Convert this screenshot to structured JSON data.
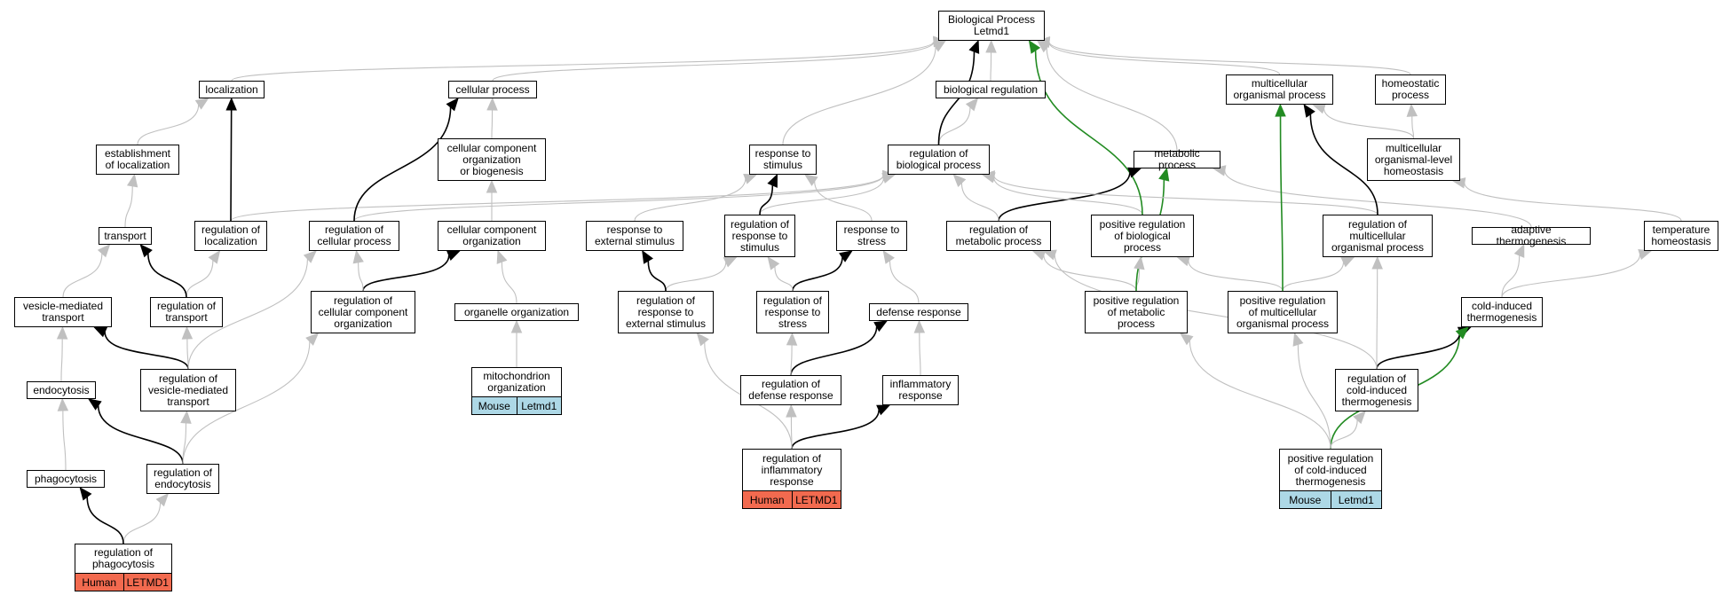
{
  "diagram": {
    "colors": {
      "grey": "#c0c0c0",
      "black": "#000000",
      "green": "#228b22",
      "human_tag": "#f26a4f",
      "mouse_tag": "#add8e6"
    },
    "nodes": [
      {
        "id": "bp",
        "label": "Biological Process\nLetmd1"
      },
      {
        "id": "localization",
        "label": "localization"
      },
      {
        "id": "cellular_process",
        "label": "cellular process"
      },
      {
        "id": "biological_regulation",
        "label": "biological regulation"
      },
      {
        "id": "multicellular_process",
        "label": "multicellular\norganismal process"
      },
      {
        "id": "homeostatic",
        "label": "homeostatic\nprocess"
      },
      {
        "id": "establishment",
        "label": "establishment\nof localization"
      },
      {
        "id": "cc_org_biogenesis",
        "label": "cellular component\norganization\nor biogenesis"
      },
      {
        "id": "response_stimulus",
        "label": "response to\nstimulus"
      },
      {
        "id": "reg_bio_process",
        "label": "regulation of\nbiological process"
      },
      {
        "id": "metabolic",
        "label": "metabolic process"
      },
      {
        "id": "mc_homeostasis",
        "label": "multicellular\norganismal-level\nhomeostasis"
      },
      {
        "id": "transport",
        "label": "transport"
      },
      {
        "id": "reg_localization",
        "label": "regulation of\nlocalization"
      },
      {
        "id": "reg_cellular_process",
        "label": "regulation of\ncellular process"
      },
      {
        "id": "cc_org",
        "label": "cellular component\norganization"
      },
      {
        "id": "response_ext",
        "label": "response to\nexternal stimulus"
      },
      {
        "id": "reg_response_stimulus",
        "label": "regulation of\nresponse to\nstimulus"
      },
      {
        "id": "response_stress",
        "label": "response to\nstress"
      },
      {
        "id": "reg_metabolic",
        "label": "regulation of\nmetabolic process"
      },
      {
        "id": "pos_reg_bio",
        "label": "positive regulation\nof biological\nprocess"
      },
      {
        "id": "reg_mc_process",
        "label": "regulation of\nmulticellular\norganismal process"
      },
      {
        "id": "adaptive_thermo",
        "label": "adaptive thermogenesis"
      },
      {
        "id": "temp_homeostasis",
        "label": "temperature\nhomeostasis"
      },
      {
        "id": "vesicle_transport",
        "label": "vesicle-mediated\ntransport"
      },
      {
        "id": "reg_transport",
        "label": "regulation of\ntransport"
      },
      {
        "id": "reg_cc_org",
        "label": "regulation of\ncellular component\norganization"
      },
      {
        "id": "organelle_org",
        "label": "organelle organization"
      },
      {
        "id": "reg_response_ext",
        "label": "regulation of\nresponse to\nexternal stimulus"
      },
      {
        "id": "reg_response_stress",
        "label": "regulation of\nresponse to\nstress"
      },
      {
        "id": "defense",
        "label": "defense response"
      },
      {
        "id": "pos_reg_metabolic",
        "label": "positive regulation\nof metabolic\nprocess"
      },
      {
        "id": "pos_reg_mc",
        "label": "positive regulation\nof multicellular\norganismal process"
      },
      {
        "id": "cold_thermo",
        "label": "cold-induced\nthermogenesis"
      },
      {
        "id": "endocytosis",
        "label": "endocytosis"
      },
      {
        "id": "reg_vesicle_transport",
        "label": "regulation of\nvesicle-mediated\ntransport"
      },
      {
        "id": "mito_org",
        "label": "mitochondrion\norganization",
        "tags": [
          "Mouse",
          "Letmd1"
        ]
      },
      {
        "id": "reg_defense",
        "label": "regulation of\ndefense response"
      },
      {
        "id": "inflammatory",
        "label": "inflammatory\nresponse"
      },
      {
        "id": "reg_cold_thermo",
        "label": "regulation of\ncold-induced\nthermogenesis"
      },
      {
        "id": "phagocytosis",
        "label": "phagocytosis"
      },
      {
        "id": "reg_endocytosis",
        "label": "regulation of\nendocytosis"
      },
      {
        "id": "reg_inflammatory",
        "label": "regulation of\ninflammatory\nresponse",
        "tags": [
          "Human",
          "LETMD1"
        ]
      },
      {
        "id": "pos_reg_cold_thermo",
        "label": "positive regulation\nof cold-induced\nthermogenesis",
        "tags": [
          "Mouse",
          "Letmd1"
        ]
      },
      {
        "id": "reg_phagocytosis",
        "label": "regulation of\nphagocytosis",
        "tags": [
          "Human",
          "LETMD1"
        ]
      }
    ],
    "edges": [
      {
        "from": "localization",
        "to": "bp",
        "color": "grey"
      },
      {
        "from": "cellular_process",
        "to": "bp",
        "color": "grey"
      },
      {
        "from": "biological_regulation",
        "to": "bp",
        "color": "grey"
      },
      {
        "from": "multicellular_process",
        "to": "bp",
        "color": "grey"
      },
      {
        "from": "homeostatic",
        "to": "bp",
        "color": "grey"
      },
      {
        "from": "response_stimulus",
        "to": "bp",
        "color": "grey"
      },
      {
        "from": "reg_bio_process",
        "to": "bp",
        "color": "black"
      },
      {
        "from": "metabolic",
        "to": "bp",
        "color": "grey"
      },
      {
        "from": "pos_reg_bio",
        "to": "bp",
        "color": "green"
      },
      {
        "from": "establishment",
        "to": "localization",
        "color": "grey"
      },
      {
        "from": "reg_localization",
        "to": "localization",
        "color": "black"
      },
      {
        "from": "cc_org_biogenesis",
        "to": "cellular_process",
        "color": "grey"
      },
      {
        "from": "reg_cellular_process",
        "to": "cellular_process",
        "color": "black"
      },
      {
        "from": "reg_bio_process",
        "to": "biological_regulation",
        "color": "grey"
      },
      {
        "from": "pos_reg_mc",
        "to": "multicellular_process",
        "color": "green"
      },
      {
        "from": "reg_mc_process",
        "to": "multicellular_process",
        "color": "black"
      },
      {
        "from": "mc_homeostasis",
        "to": "multicellular_process",
        "color": "grey"
      },
      {
        "from": "mc_homeostasis",
        "to": "homeostatic",
        "color": "grey"
      },
      {
        "from": "transport",
        "to": "establishment",
        "color": "grey"
      },
      {
        "from": "cc_org",
        "to": "cc_org_biogenesis",
        "color": "grey"
      },
      {
        "from": "response_ext",
        "to": "response_stimulus",
        "color": "grey"
      },
      {
        "from": "reg_response_stimulus",
        "to": "response_stimulus",
        "color": "black"
      },
      {
        "from": "response_stress",
        "to": "response_stimulus",
        "color": "grey"
      },
      {
        "from": "reg_localization",
        "to": "reg_bio_process",
        "color": "grey"
      },
      {
        "from": "reg_cellular_process",
        "to": "reg_bio_process",
        "color": "grey"
      },
      {
        "from": "reg_response_stimulus",
        "to": "reg_bio_process",
        "color": "grey"
      },
      {
        "from": "reg_metabolic",
        "to": "reg_bio_process",
        "color": "grey"
      },
      {
        "from": "pos_reg_bio",
        "to": "reg_bio_process",
        "color": "grey"
      },
      {
        "from": "reg_mc_process",
        "to": "reg_bio_process",
        "color": "grey"
      },
      {
        "from": "reg_metabolic",
        "to": "metabolic",
        "color": "black"
      },
      {
        "from": "pos_reg_metabolic",
        "to": "metabolic",
        "color": "green"
      },
      {
        "from": "adaptive_thermo",
        "to": "metabolic",
        "color": "grey"
      },
      {
        "from": "temp_homeostasis",
        "to": "mc_homeostasis",
        "color": "grey"
      },
      {
        "from": "vesicle_transport",
        "to": "transport",
        "color": "grey"
      },
      {
        "from": "reg_transport",
        "to": "transport",
        "color": "black"
      },
      {
        "from": "reg_transport",
        "to": "reg_localization",
        "color": "grey"
      },
      {
        "from": "reg_cc_org",
        "to": "reg_cellular_process",
        "color": "grey"
      },
      {
        "from": "reg_vesicle_transport",
        "to": "reg_cellular_process",
        "color": "grey"
      },
      {
        "from": "reg_cc_org",
        "to": "cc_org",
        "color": "black"
      },
      {
        "from": "organelle_org",
        "to": "cc_org",
        "color": "grey"
      },
      {
        "from": "reg_response_ext",
        "to": "response_ext",
        "color": "black"
      },
      {
        "from": "reg_response_ext",
        "to": "reg_response_stimulus",
        "color": "grey"
      },
      {
        "from": "reg_response_stress",
        "to": "reg_response_stimulus",
        "color": "grey"
      },
      {
        "from": "reg_response_stress",
        "to": "response_stress",
        "color": "black"
      },
      {
        "from": "defense",
        "to": "response_stress",
        "color": "grey"
      },
      {
        "from": "pos_reg_metabolic",
        "to": "reg_metabolic",
        "color": "grey"
      },
      {
        "from": "reg_cold_thermo",
        "to": "reg_metabolic",
        "color": "grey"
      },
      {
        "from": "pos_reg_metabolic",
        "to": "pos_reg_bio",
        "color": "grey"
      },
      {
        "from": "pos_reg_mc",
        "to": "pos_reg_bio",
        "color": "grey"
      },
      {
        "from": "pos_reg_mc",
        "to": "reg_mc_process",
        "color": "grey"
      },
      {
        "from": "reg_cold_thermo",
        "to": "reg_mc_process",
        "color": "grey"
      },
      {
        "from": "cold_thermo",
        "to": "adaptive_thermo",
        "color": "grey"
      },
      {
        "from": "cold_thermo",
        "to": "temp_homeostasis",
        "color": "grey"
      },
      {
        "from": "endocytosis",
        "to": "vesicle_transport",
        "color": "grey"
      },
      {
        "from": "reg_vesicle_transport",
        "to": "vesicle_transport",
        "color": "black"
      },
      {
        "from": "reg_vesicle_transport",
        "to": "reg_transport",
        "color": "grey"
      },
      {
        "from": "reg_endocytosis",
        "to": "reg_cc_org",
        "color": "grey"
      },
      {
        "from": "mito_org",
        "to": "organelle_org",
        "color": "grey"
      },
      {
        "from": "reg_defense",
        "to": "reg_response_stress",
        "color": "grey"
      },
      {
        "from": "reg_defense",
        "to": "defense",
        "color": "black"
      },
      {
        "from": "inflammatory",
        "to": "defense",
        "color": "grey"
      },
      {
        "from": "pos_reg_cold_thermo",
        "to": "pos_reg_metabolic",
        "color": "grey"
      },
      {
        "from": "pos_reg_cold_thermo",
        "to": "pos_reg_mc",
        "color": "grey"
      },
      {
        "from": "reg_cold_thermo",
        "to": "cold_thermo",
        "color": "black"
      },
      {
        "from": "pos_reg_cold_thermo",
        "to": "reg_cold_thermo",
        "color": "grey"
      },
      {
        "from": "pos_reg_cold_thermo",
        "to": "cold_thermo",
        "color": "green"
      },
      {
        "from": "phagocytosis",
        "to": "endocytosis",
        "color": "grey"
      },
      {
        "from": "reg_endocytosis",
        "to": "endocytosis",
        "color": "black"
      },
      {
        "from": "reg_endocytosis",
        "to": "reg_vesicle_transport",
        "color": "grey"
      },
      {
        "from": "reg_inflammatory",
        "to": "reg_response_ext",
        "color": "grey"
      },
      {
        "from": "reg_inflammatory",
        "to": "reg_defense",
        "color": "grey"
      },
      {
        "from": "reg_inflammatory",
        "to": "inflammatory",
        "color": "black"
      },
      {
        "from": "reg_phagocytosis",
        "to": "phagocytosis",
        "color": "black"
      },
      {
        "from": "reg_phagocytosis",
        "to": "reg_endocytosis",
        "color": "grey"
      }
    ]
  }
}
